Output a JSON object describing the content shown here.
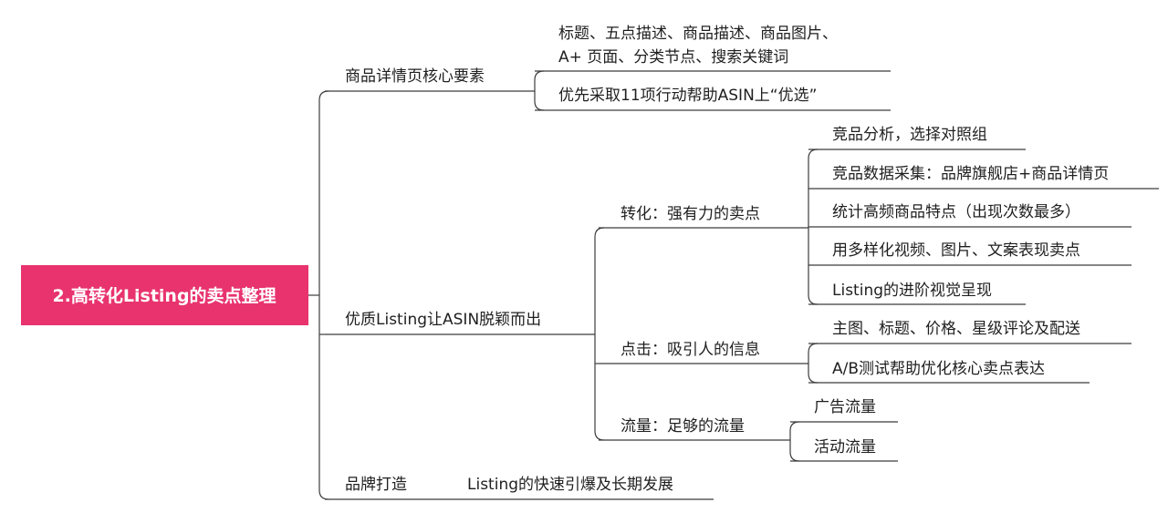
{
  "root": {
    "label": "2.高转化Listing的卖点整理",
    "color": "#e8336f"
  },
  "branches": [
    {
      "label": "商品详情页核心要素",
      "children": [
        {
          "lines": [
            "标题、五点描述、商品描述、商品图片、",
            "A+ 页面、分类节点、搜索关键词"
          ]
        },
        {
          "lines": [
            "优先采取11项行动帮助ASIN上“优选”"
          ]
        }
      ]
    },
    {
      "label": "优质Listing让ASIN脱颖而出",
      "children": [
        {
          "label": "转化：强有力的卖点",
          "children": [
            {
              "lines": [
                "竞品分析，选择对照组"
              ]
            },
            {
              "lines": [
                "竞品数据采集：品牌旗舰店+商品详情页"
              ]
            },
            {
              "lines": [
                "统计高频商品特点（出现次数最多）"
              ]
            },
            {
              "lines": [
                "用多样化视频、图片、文案表现卖点"
              ]
            },
            {
              "lines": [
                "Listing的进阶视觉呈现"
              ]
            }
          ]
        },
        {
          "label": "点击：吸引人的信息",
          "children": [
            {
              "lines": [
                "主图、标题、价格、星级评论及配送"
              ]
            },
            {
              "lines": [
                "A/B测试帮助优化核心卖点表达"
              ]
            }
          ]
        },
        {
          "label": "流量：足够的流量",
          "children": [
            {
              "lines": [
                "广告流量"
              ]
            },
            {
              "lines": [
                "活动流量"
              ]
            }
          ]
        }
      ]
    },
    {
      "label": "品牌打造",
      "children": [
        {
          "lines": [
            "Listing的快速引爆及长期发展"
          ]
        }
      ]
    }
  ]
}
